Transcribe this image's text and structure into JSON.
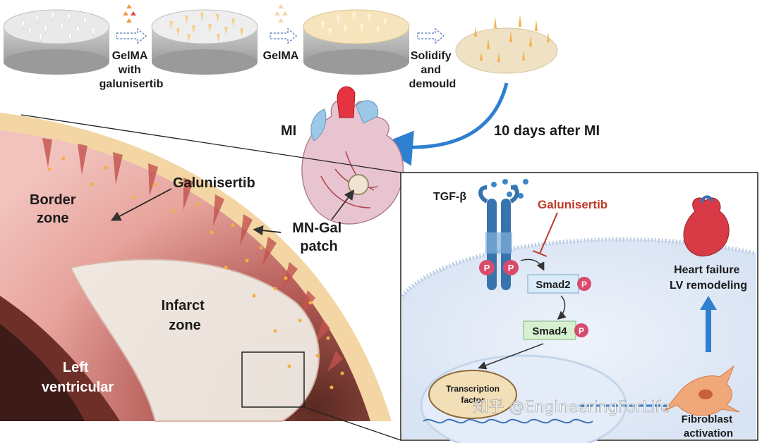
{
  "top_process": {
    "step1": [
      "GelMA",
      "with",
      "galunisertib"
    ],
    "step2": [
      "GelMA"
    ],
    "step3": [
      "Solidify",
      "and",
      "demould"
    ]
  },
  "timeline": "10 days after MI",
  "heart_label": "MI",
  "patch_label": [
    "MN-Gal",
    "patch"
  ],
  "tissue": {
    "galunisertib": "Galunisertib",
    "border_zone": [
      "Border",
      "zone"
    ],
    "infarct_zone": [
      "Infarct",
      "zone"
    ],
    "left_ventricular": [
      "Left",
      "ventricular"
    ]
  },
  "pathway": {
    "ligand": "TGF-β",
    "inhibitor": "Galunisertib",
    "phospho": "P",
    "smad2": "Smad2",
    "smad4": "Smad4",
    "transcription": [
      "Transcription",
      "factor"
    ],
    "outcome": [
      "Heart failure",
      "LV remodeling"
    ],
    "fibroblast": [
      "Fibroblast",
      "activation"
    ]
  },
  "watermark": "知乎 @EngineeringForLife",
  "colors": {
    "arrow_blue": "#2f7fd0",
    "inhibitor_red": "#c0392b",
    "patch_tan": "#f3d6a4"
  }
}
